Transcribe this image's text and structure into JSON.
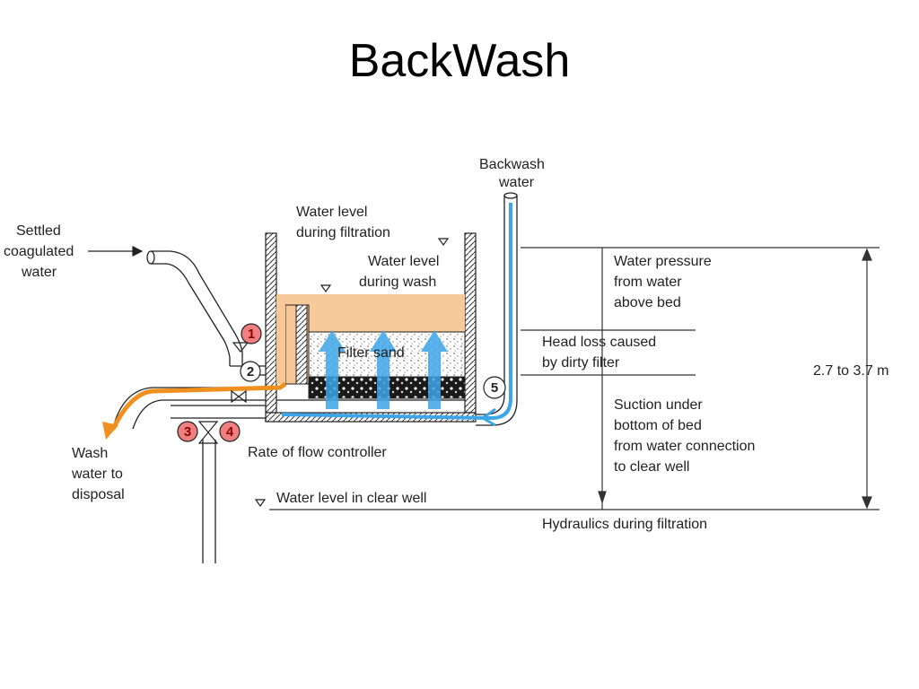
{
  "title": "BackWash",
  "labels": {
    "settled_1": "Settled",
    "settled_2": "coagulated",
    "settled_3": "water",
    "backwash_1": "Backwash",
    "backwash_2": "water",
    "wl_filtration_1": "Water level",
    "wl_filtration_2": "during filtration",
    "wl_wash_1": "Water level",
    "wl_wash_2": "during wash",
    "filter_sand": "Filter sand",
    "water_pressure_1": "Water pressure",
    "water_pressure_2": "from water",
    "water_pressure_3": "above bed",
    "head_loss_1": "Head loss caused",
    "head_loss_2": "by dirty filter",
    "suction_1": "Suction under",
    "suction_2": "bottom of bed",
    "suction_3": "from water connection",
    "suction_4": "to clear well",
    "range": "2.7 to 3.7 m",
    "rate_controller": "Rate of flow controller",
    "wash_1": "Wash",
    "wash_2": "water to",
    "wash_3": "disposal",
    "clear_well": "Water level in clear well",
    "hydraulics": "Hydraulics during filtration"
  },
  "valves": [
    {
      "id": "1",
      "highlighted": true
    },
    {
      "id": "2",
      "highlighted": false
    },
    {
      "id": "3",
      "highlighted": true
    },
    {
      "id": "4",
      "highlighted": true
    },
    {
      "id": "5",
      "highlighted": false
    }
  ],
  "colors": {
    "backwash_flow": "#3da5e8",
    "waste_flow": "#f0901e",
    "wash_water_level": "#f7c796",
    "valve_highlight": "#f08080"
  }
}
